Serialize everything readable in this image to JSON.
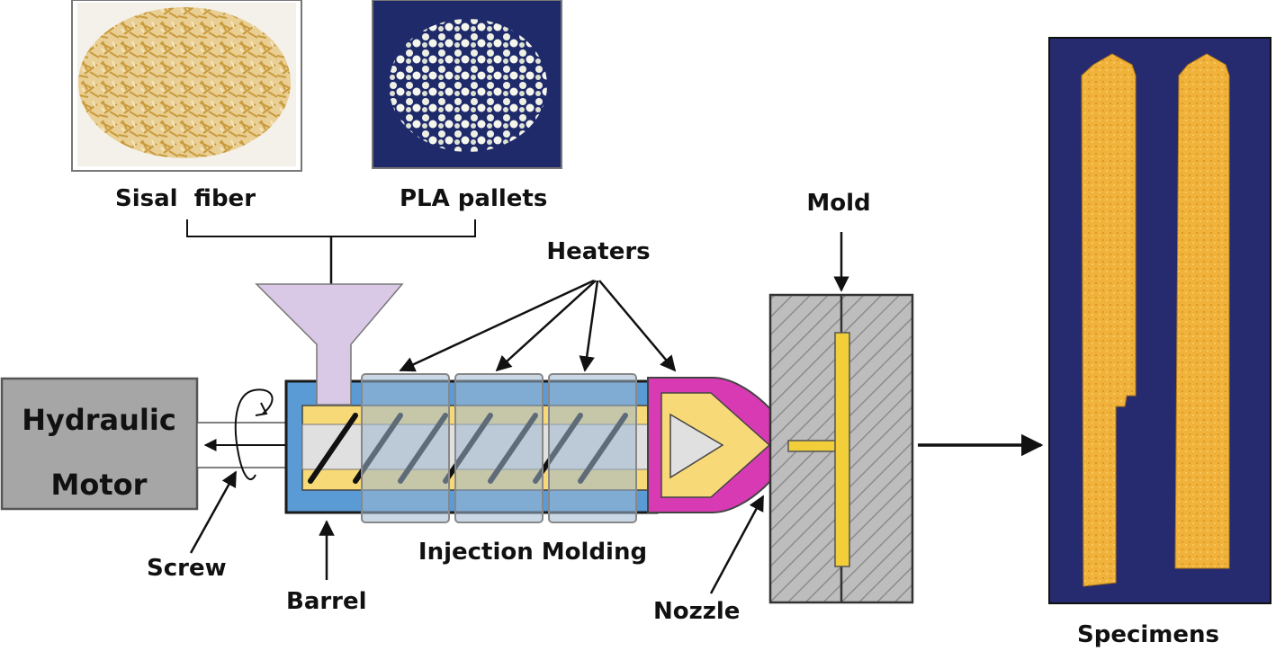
{
  "labels": {
    "sisal_fiber": "Sisal  fiber",
    "pla_pallets": "PLA pallets",
    "heaters": "Heaters",
    "mold": "Mold",
    "hydraulic": "Hydraulic",
    "motor": "Motor",
    "screw": "Screw",
    "barrel": "Barrel",
    "injection_molding": "Injection Molding",
    "nozzle": "Nozzle",
    "specimens": "Specimens"
  },
  "colors": {
    "barrel_outer": "#5b9bd5",
    "barrel_inner": "#f7d978",
    "heater": "#9fb8d0",
    "hopper": "#d9c9e6",
    "nozzle": "#d83ab3",
    "mold": "#bfbfbf",
    "motor": "#a6a6a6",
    "photo_bg": "#1f2a6b",
    "fiber": "#e6c27a",
    "specimen": "#f0b23a"
  },
  "icons": {
    "sisal_photo": "sisal-fiber-photo",
    "pla_photo": "pla-pellets-photo",
    "specimens_photo": "specimens-photo"
  }
}
